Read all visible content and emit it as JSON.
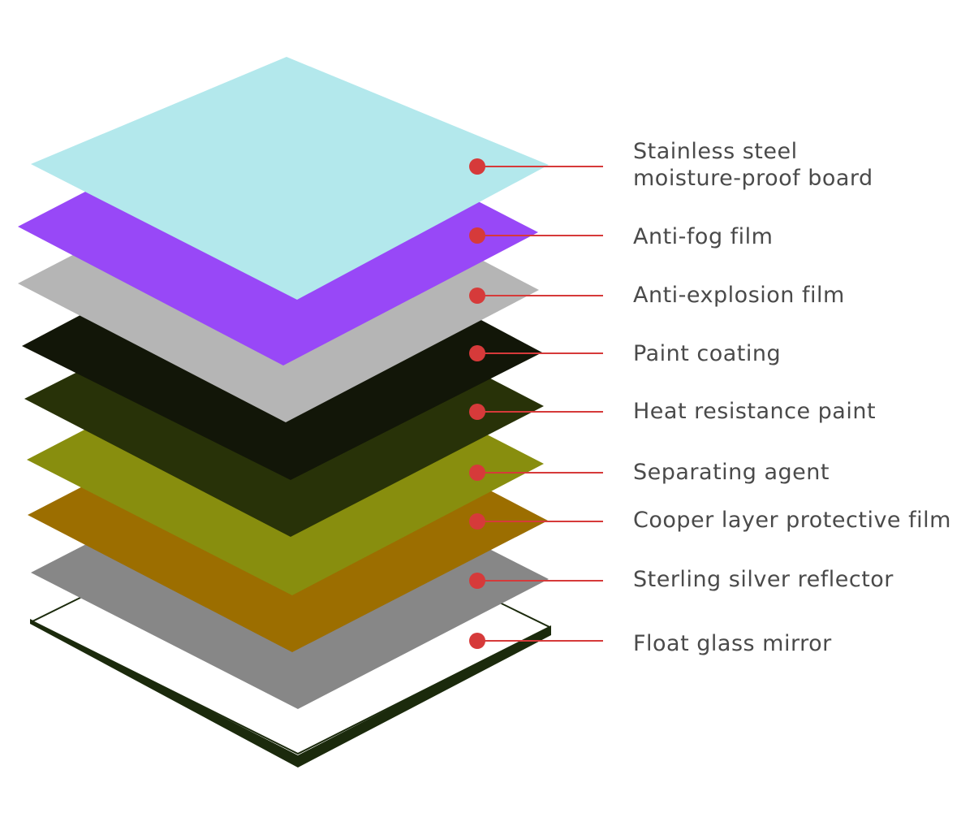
{
  "layers": [
    {
      "id": "stainless-steel-board",
      "lines": [
        "Stainless steel",
        "moisture-proof board"
      ],
      "color": "#b3e8ec"
    },
    {
      "id": "anti-fog-film",
      "lines": [
        "Anti-fog film"
      ],
      "color": "#9848f7"
    },
    {
      "id": "anti-explosion-film",
      "lines": [
        "Anti-explosion film"
      ],
      "color": "#b5b5b5"
    },
    {
      "id": "paint-coating",
      "lines": [
        "Paint coating"
      ],
      "color": "#121608"
    },
    {
      "id": "heat-resistance-paint",
      "lines": [
        "Heat resistance paint"
      ],
      "color": "#283208"
    },
    {
      "id": "separating-agent",
      "lines": [
        "Separating agent"
      ],
      "color": "#888e0e"
    },
    {
      "id": "cooper-layer-protective-film",
      "lines": [
        "Cooper layer protective film"
      ],
      "color": "#9c6e00"
    },
    {
      "id": "sterling-silver-reflector",
      "lines": [
        "Sterling silver reflector"
      ],
      "color": "#878787"
    },
    {
      "id": "float-glass-mirror",
      "lines": [
        "Float glass mirror"
      ],
      "color": "#ffffff"
    }
  ],
  "colors": {
    "marker": "#d63a3a",
    "leader_line": "#d63a3a",
    "label_text": "#4a4a4a",
    "glass_edge": "#1b2a0c"
  }
}
